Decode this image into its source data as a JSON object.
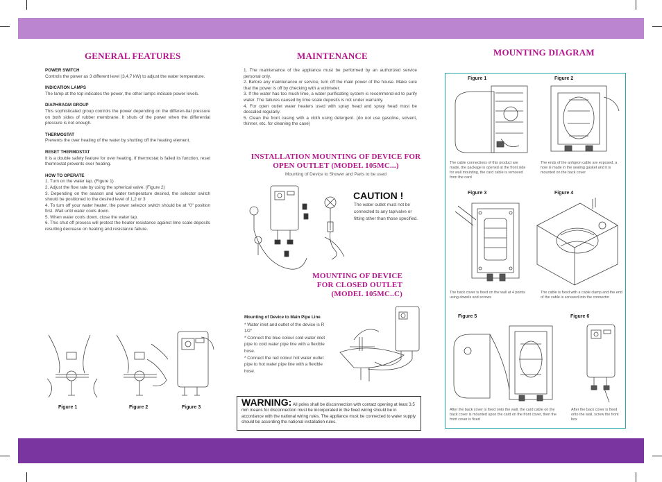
{
  "general": {
    "title": "GENERAL FEATURES",
    "sections": [
      {
        "heading": "POWER SWITCH",
        "text": "Controls the power as 3 different level (3,4,7 kW) to adjust the water temperature."
      },
      {
        "heading": "INDICATION LAMPS",
        "text": "The lamp at the top indicates the power, the other lamps indicate power levels."
      },
      {
        "heading": "DIAPHRAGM GROUP",
        "text": "This sophisticated group controls the power depending on the differen-tial pressure on both sides of rubber membrane. It shuts of the power when the differential pressure is not enough."
      },
      {
        "heading": "THERMOSTAT",
        "text": "Prevents the over heating of the water by shutting off the heating element."
      },
      {
        "heading": "RESET THERMOSTAT",
        "text": "It is a double safety feature for over heating. If thermostat is failed its function, reset thermostat prevents over heating."
      }
    ],
    "operate": {
      "heading": "HOW TO OPERATE",
      "steps": [
        "1. Turn on the water tap. (Figure 1)",
        "2. Adjust the flow rate by using the spherical valve. (Figure 2)",
        "3. Depending on the season and water temperature desired, the selector switch should be positioned to the desired level of 1,2 or 3",
        "4. To turn off your water heater, the power selector switch should be at \"0\" position first. Wait until water cools down.",
        "5. When water cools down, close the water tap.",
        "6. This shut off prosess will protect the heater resistance against lime scale deposits resulting decrease on heating and resistance failure."
      ]
    },
    "figures": [
      "Figure 1",
      "Figure 2",
      "Figure 3"
    ]
  },
  "maintenance": {
    "title": "MAINTENANCE",
    "items": [
      "1. The maintenance of the appliance must be performed by an authorized service personal only.",
      "2. Before any maintenance or service, turn off the main power of the house. Make sure that the power is off by checking with a voltmeter.",
      "3. If the water has too much lime, a water purificating system is recommend-ed to purify water. The failures caused by lime scale deposits is not under warranty.",
      "4. For open outlet water heaters used with spray head and spray head must be descaled regularly.",
      "5. Clean the front casing with a cloth using detergent. (do not use gasoline, solvent, thinner, etc. for cleaning the case)"
    ]
  },
  "install_open": {
    "title_line1": "INSTALLATION MOUNTING OF DEVICE FOR",
    "title_line2": "OPEN OUTLET (MODEL 105MC...)",
    "subtitle": "Mounting of Device to Shower and Parts to be used"
  },
  "caution": {
    "title": "CAUTION !",
    "text": "The water outlet must not be connected to any tap/valve or fitting other than those specified."
  },
  "mount_closed": {
    "title_line1": "MOUNTING OF DEVICE",
    "title_line2": "FOR CLOSED OUTLET",
    "title_line3": "(MODEL 105MC..C)"
  },
  "main_pipe": {
    "heading": "Mounting of Device to Main Pipe Line",
    "items": [
      "* Water inlet and outlet of the device is R 1/2\"",
      "* Connect the blue colour cold water inlet pipe to cold water pipe line with a flexible hose.",
      "* Connect the red colour hot water outlet pipe to hot water pipe line with a flexible hose."
    ]
  },
  "warning": {
    "title": "WARNING:",
    "text": "All poles shall be disconnection with contact opening at least 3.5 mm means for disconnection must be incorporated in the fixed wiring should be in accordance with the national wiring rules. The appliance must be connected to water supply should be according the national installation rules."
  },
  "mounting_diagram": {
    "title": "MOUNTING DIAGRAM",
    "figures": [
      {
        "label": "Figure 1",
        "caption": "The cable connections of this product are made, the package is opened at the front side for wall mounting, the card cable is removed from the card"
      },
      {
        "label": "Figure 2",
        "caption": "The ends of the anhgron cable are exposed, a hole is made in the sealing gasket and it is mounted on the back cover"
      },
      {
        "label": "Figure 3",
        "caption": "The back cover is fixed on the wall at 4 points using dowels and screws"
      },
      {
        "label": "Figure 4",
        "caption": "The cable is fixed with a cable clamp and the end of the cable is screwed into the connector"
      },
      {
        "label": "Figure 5",
        "caption": "After the back cover is fixed onto the wall, the card cable on the back cover is mounted upon the card on the front cover, then the front cover is fixed"
      },
      {
        "label": "Figure 6",
        "caption": "After the back cover is fixed onto the wall, screw the front box"
      }
    ]
  }
}
